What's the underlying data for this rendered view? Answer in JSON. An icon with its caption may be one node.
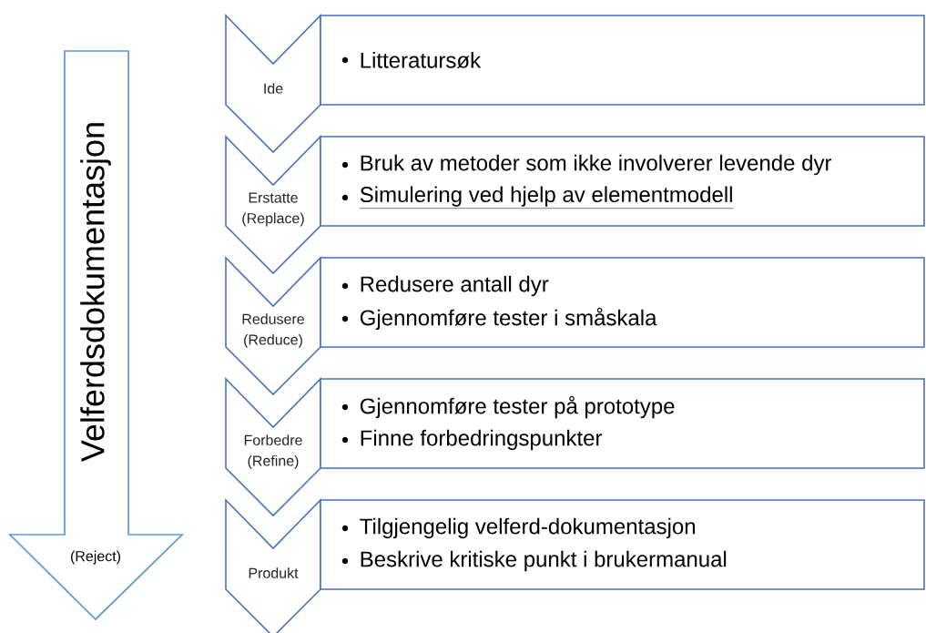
{
  "diagram": {
    "nodes": [
      {
        "text": [
          "Velferdsdokumentasjon",
          "(Reject)"
        ]
      },
      {
        "text": [
          "Ide"
        ]
      },
      {
        "text": [
          "Litteratursøk"
        ]
      },
      {
        "text": [
          "Erstatte (Replace)"
        ]
      },
      {
        "text": [
          "Bruk av metoder som ikke involverer levende dyr",
          "Simulering ved hjelp av elementmodell"
        ]
      },
      {
        "text": [
          "Redusere (Reduce)"
        ]
      },
      {
        "text": [
          "Redusere antall dyr",
          "Gjennomføre tester i småskala"
        ]
      },
      {
        "text": [
          "Forbedre (Refine)"
        ]
      },
      {
        "text": [
          "Gjennomføre tester på prototype",
          "Finne forbedringspunkter"
        ]
      },
      {
        "text": [
          "Produkt"
        ]
      },
      {
        "text": [
          "Tilgjengelig velferd-dokumentasjon",
          "Beskrive kritiske punkt i brukermanual"
        ]
      }
    ]
  }
}
